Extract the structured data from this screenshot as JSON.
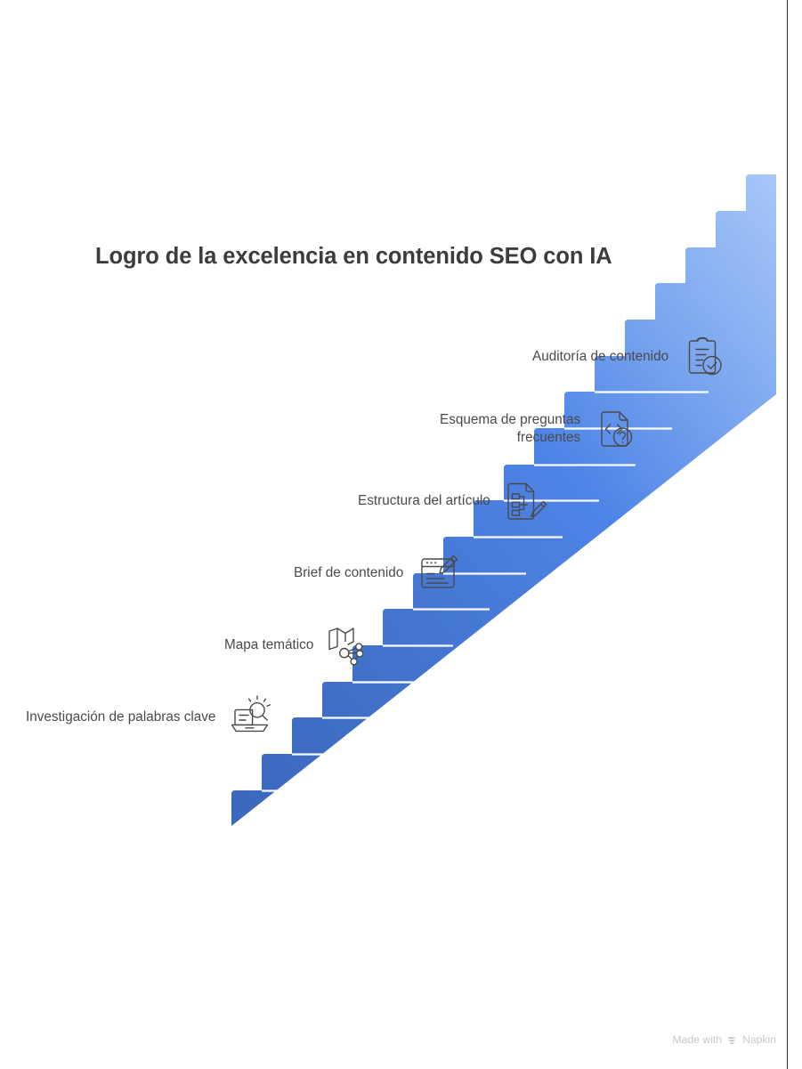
{
  "page": {
    "title": "Logro de la excelencia en contenido SEO con IA",
    "background_color": "#ffffff",
    "title_color": "#3c3c3c",
    "label_color": "#4a4a4a"
  },
  "chart_data": {
    "type": "bar",
    "title": "Logro de la excelencia en contenido SEO con IA",
    "subtype": "staircase-progression",
    "xlabel": "",
    "ylabel": "",
    "categories": [
      "Investigación de palabras clave",
      "Mapa temático",
      "Brief de contenido",
      "Estructura del artículo",
      "Esquema de preguntas frecuentes",
      "Auditoría de contenido"
    ],
    "values": [
      1,
      2,
      3,
      4,
      5,
      6
    ],
    "total_steps": 12,
    "step_colors": [
      "#3b68bd",
      "#3d6cc3",
      "#4071c9",
      "#4376d0",
      "#4a7de0",
      "#4b80e6",
      "#5287e9",
      "#5f90ea",
      "#7ba6ef",
      "#8fb5f3",
      "#a0c1f6",
      "#a8c7f8"
    ],
    "gradient_from": "#3b68bd",
    "gradient_to": "#a8c7f8",
    "legend_position": "none",
    "grid": false
  },
  "steps": [
    {
      "id": "investigacion-de-palabras-clave",
      "label": "Investigación de palabras clave",
      "icon": "laptop-search-icon",
      "order": 1
    },
    {
      "id": "mapa-tematico",
      "label": "Mapa temático",
      "icon": "map-network-icon",
      "order": 2
    },
    {
      "id": "brief-de-contenido",
      "label": "Brief de contenido",
      "icon": "document-pencil-icon",
      "order": 3
    },
    {
      "id": "estructura-del-articulo",
      "label": "Estructura del artículo",
      "icon": "document-hierarchy-pencil-icon",
      "order": 4
    },
    {
      "id": "esquema-de-preguntas-frecuentes",
      "label": "Esquema de preguntas\nfrecuentes",
      "icon": "code-document-question-icon",
      "order": 5
    },
    {
      "id": "auditoria-de-contenido",
      "label": "Auditoría de contenido",
      "icon": "clipboard-check-icon",
      "order": 6
    }
  ],
  "watermark": {
    "prefix": "Made with",
    "brand": "Napkin",
    "logo": "napkin-logo-icon",
    "color": "#c9c9c9"
  }
}
